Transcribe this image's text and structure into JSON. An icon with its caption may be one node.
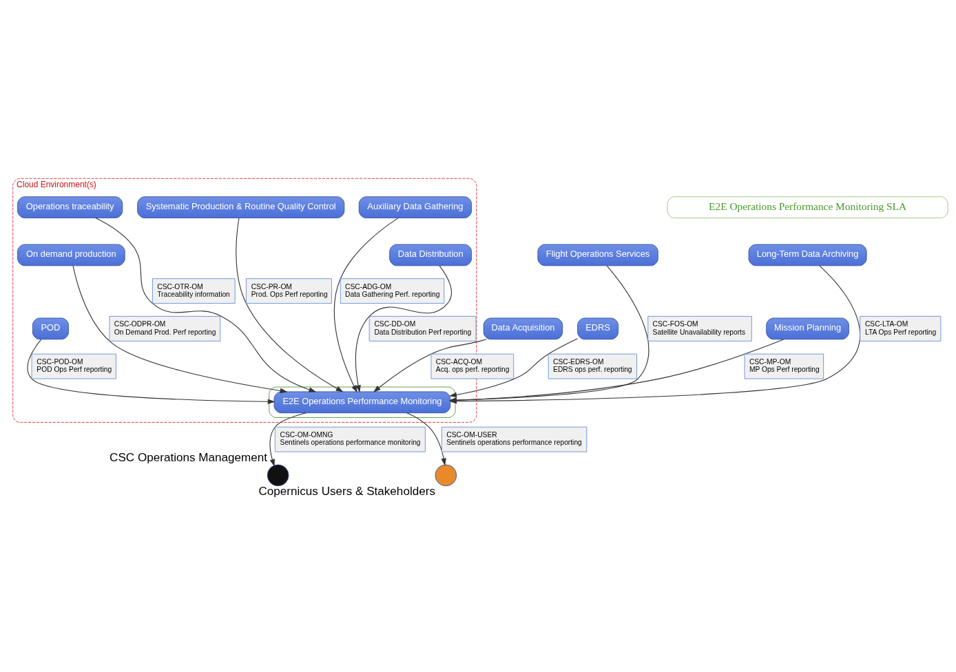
{
  "diagram": {
    "nodes": [
      {
        "text": [
          "Cloud Environment(s)"
        ]
      },
      {
        "text": [
          "Operations traceability"
        ],
        "in": 0
      },
      {
        "text": [
          "Systematic Production & Routine Quality Control"
        ],
        "in": 0
      },
      {
        "text": [
          "Auxiliary Data Gathering"
        ],
        "in": 0
      },
      {
        "text": [
          "On demand production"
        ],
        "in": 0
      },
      {
        "text": [
          "Data Distribution"
        ],
        "in": 0
      },
      {
        "text": [],
        "shape": "box",
        "in": 0
      },
      {
        "text": [
          "E2E Operations Performance Monitoring"
        ],
        "in": 6
      },
      {
        "text": [
          "POD"
        ],
        "in": 0
      },
      {
        "text": [
          "Flight Operations Services"
        ]
      },
      {
        "text": [
          "Data Acquisition"
        ]
      },
      {
        "text": [
          "EDRS"
        ]
      },
      {
        "text": [
          "Long-Term Data Archiving"
        ]
      },
      {
        "text": [
          "Mission Planning"
        ]
      },
      {
        "text": [
          "E2E Operations Performance Monitoring SLA"
        ]
      },
      {
        "text": [],
        "shape": "person",
        "beside": [
          "CSC Operations Management"
        ]
      },
      {
        "text": [],
        "shape": "person",
        "beside": [
          "Copernicus Users & Stakeholders"
        ]
      }
    ],
    "edges": [
      {
        "from": 1,
        "to": 7,
        "arrow": "to",
        "label": "CSC-OTR-OM Traceability information"
      },
      {
        "from": 2,
        "to": 7,
        "arrow": "to",
        "label": "CSC-PR-OM Prod. Ops Perf reporting"
      },
      {
        "from": 3,
        "to": 7,
        "arrow": "to",
        "label": "CSC-ADG-OM Data Gathering Perf. reporting"
      },
      {
        "from": 4,
        "to": 7,
        "arrow": "to",
        "label": "CSC-ODPR-OM On Demand Prod. Perf reporting"
      },
      {
        "from": 9,
        "to": 7,
        "arrow": "to",
        "label": "CSC-FOS-OM Satellite Unavailability reports"
      },
      {
        "from": 5,
        "to": 7,
        "arrow": "to",
        "label": "CSC-DD-OM Data Distribution Perf reporting"
      },
      {
        "from": 8,
        "to": 7,
        "arrow": "to",
        "label": "CSC-POD-OM POD Ops Perf reporting"
      },
      {
        "from": 10,
        "to": 7,
        "arrow": "to",
        "label": "CSC-ACQ-OM Acq. ops perf. reporting"
      },
      {
        "from": 12,
        "to": 7,
        "arrow": "to",
        "label": "CSC-LTA-OM LTA Ops Perf reporting"
      },
      {
        "from": 13,
        "to": 7,
        "arrow": "to",
        "label": "CSC-MP-OM MP Ops Perf reporting"
      },
      {
        "from": 11,
        "to": 7,
        "arrow": "to",
        "label": "CSC-EDRS-OM EDRS ops perf. reporting"
      },
      {
        "from": 7,
        "to": 15,
        "arrow": "to",
        "label": "CSC-OM-OMNG Sentinels operations performance monitoring"
      },
      {
        "from": 7,
        "to": 16,
        "arrow": "to",
        "label": "CSC-OM-USER Sentinels operations performance reporting"
      }
    ]
  }
}
